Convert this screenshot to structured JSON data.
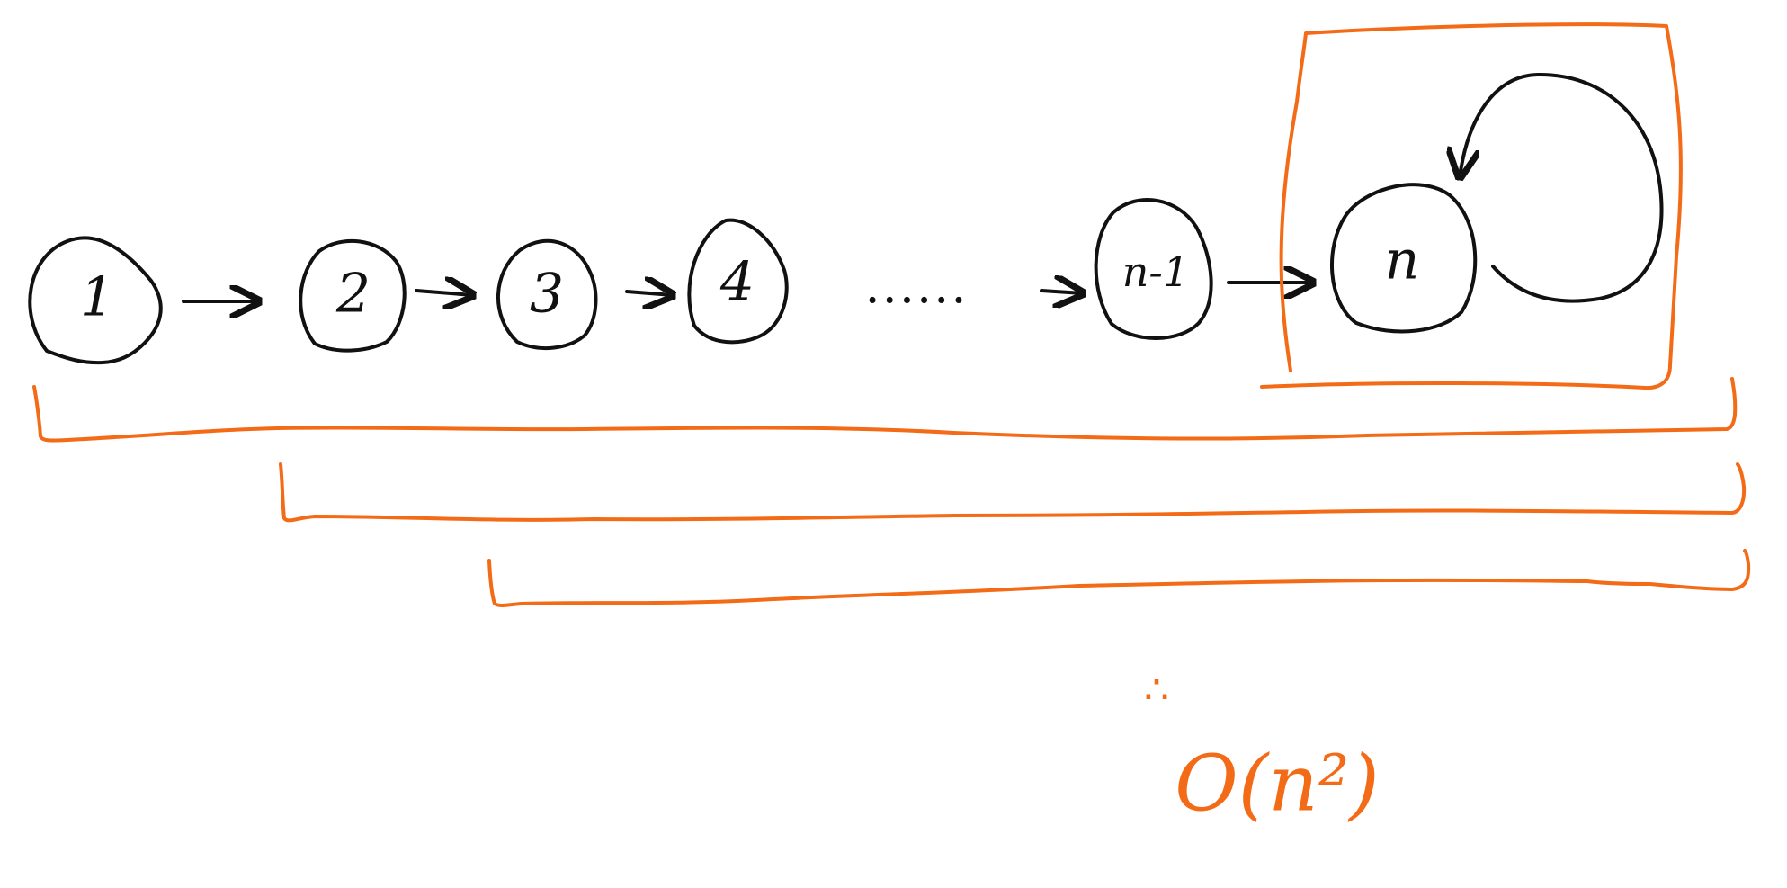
{
  "diagram": {
    "nodes": [
      {
        "label": "1"
      },
      {
        "label": "2"
      },
      {
        "label": "3"
      },
      {
        "label": "4"
      },
      {
        "label": "n-1"
      },
      {
        "label": "n"
      }
    ],
    "ellipsis": "......",
    "therefore": "∴",
    "complexity": "O(n²)",
    "colors": {
      "ink": "#111111",
      "accent": "#f36b16",
      "background": "#ffffff"
    }
  }
}
